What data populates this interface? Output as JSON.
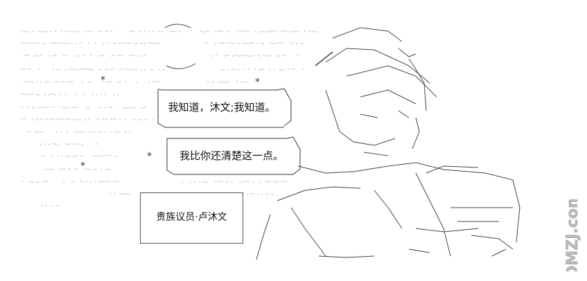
{
  "dialogue": [
    {
      "text": "我知道，沐文;我知道。"
    },
    {
      "text": "我比你还清楚这一点。"
    }
  ],
  "nameplate": {
    "text": "贵族议员·卢沐文"
  },
  "watermark": {
    "text": "DMZJ.com"
  }
}
